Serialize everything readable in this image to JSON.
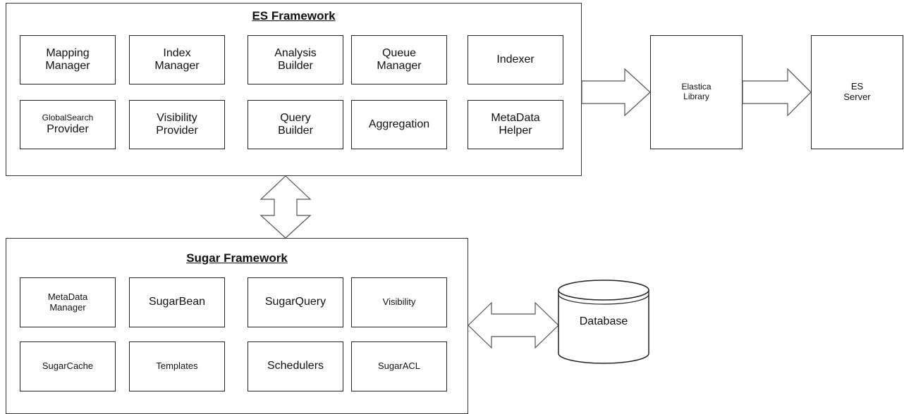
{
  "es_framework": {
    "title": "ES Framework",
    "boxes": {
      "mapping_manager": "Mapping\nManager",
      "index_manager": "Index\nManager",
      "analysis_builder": "Analysis\nBuilder",
      "queue_manager": "Queue\nManager",
      "indexer": "Indexer",
      "globalsearch_provider_top": "GlobalSearch",
      "globalsearch_provider_bottom": "Provider",
      "visibility_provider": "Visibility\nProvider",
      "query_builder": "Query\nBuilder",
      "aggregation": "Aggregation",
      "metadata_helper": "MetaData\nHelper"
    }
  },
  "elastica_library": "Elastica\nLibrary",
  "es_server": "ES\nServer",
  "sugar_framework": {
    "title": "Sugar Framework",
    "boxes": {
      "metadata_manager": "MetaData\nManager",
      "sugarbean": "SugarBean",
      "sugarquery": "SugarQuery",
      "visibility": "Visibility",
      "sugarcache": "SugarCache",
      "templates": "Templates",
      "schedulers": "Schedulers",
      "sugaracl": "SugarACL"
    }
  },
  "database": "Database"
}
